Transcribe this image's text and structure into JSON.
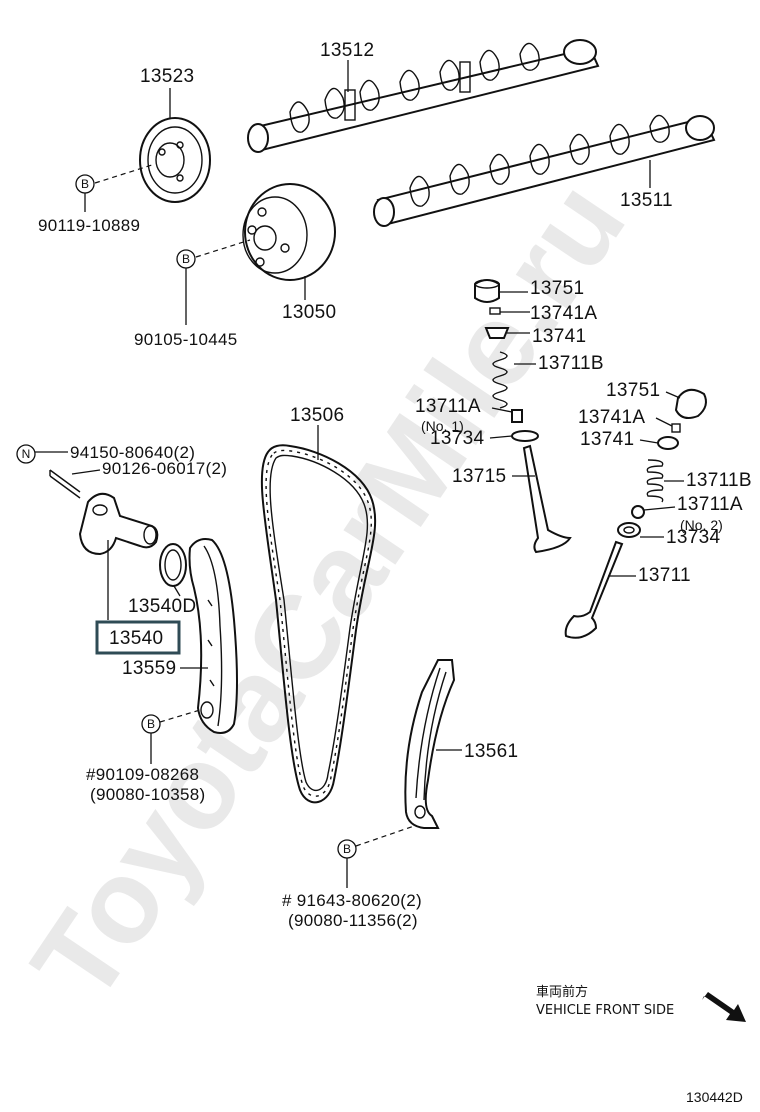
{
  "watermark": "ToyotaCarMile.ru",
  "diagram_code": "130442D",
  "direction_note": {
    "jp": "車両前方",
    "en": "VEHICLE FRONT SIDE"
  },
  "parts": {
    "p13523": "13523",
    "p13512": "13512",
    "p90119": "90119-10889",
    "p13511": "13511",
    "p13050": "13050",
    "p90105": "90105-10445",
    "p13751a": "13751",
    "p13741Aa": "13741A",
    "p13741a": "13741",
    "p13711Ba": "13711B",
    "p13711Aa": "13711A",
    "p13711Aa_note": "(No. 1)",
    "p13734a": "13734",
    "p13715": "13715",
    "p13751b": "13751",
    "p13741Ab": "13741A",
    "p13741b": "13741",
    "p13711Bb": "13711B",
    "p13711Ab": "13711A",
    "p13711Ab_note": "(No. 2)",
    "p13734b": "13734",
    "p13711": "13711",
    "p13506": "13506",
    "p94150": "94150-80640(2)",
    "p90126": "90126-06017(2)",
    "p13540D": "13540D",
    "p13540": "13540",
    "p13559": "13559",
    "p90109": "#90109-08268",
    "p90080a": "(90080-10358)",
    "p13561": "13561",
    "p91643": "# 91643-80620(2)",
    "p90080b": "(90080-11356(2)"
  },
  "markers": {
    "b": "B",
    "n": "N"
  },
  "highlight_color": "#2f4b55"
}
